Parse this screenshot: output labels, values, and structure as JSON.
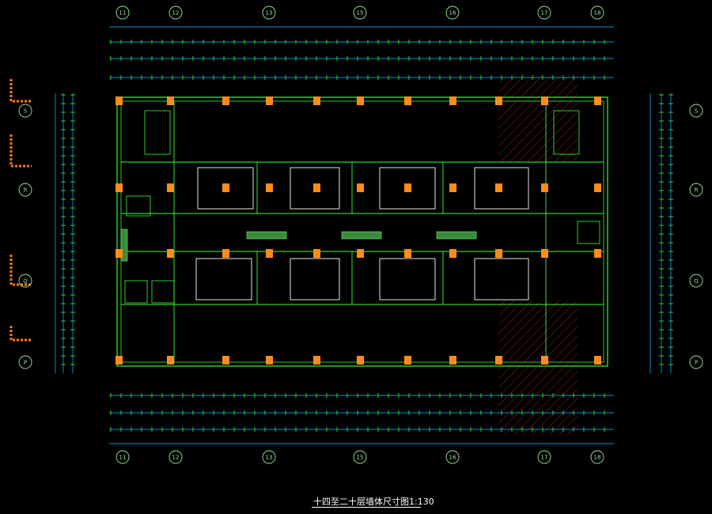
{
  "drawing": {
    "title": "十四至二十层墙体尺寸图",
    "scale": "1:130"
  },
  "grid_axes": {
    "top": [
      "11",
      "12",
      "13",
      "15",
      "16",
      "17",
      "18"
    ],
    "bottom": [
      "11",
      "12",
      "13",
      "15",
      "16",
      "17",
      "18"
    ],
    "left": [
      "S",
      "R",
      "Q",
      "P"
    ],
    "right": [
      "S",
      "R",
      "Q",
      "P"
    ]
  },
  "colors": {
    "background": "#000000",
    "dimension_lines": "#00c8ff",
    "walls": "#33ff33",
    "columns": "#ff8c1a",
    "axis_bubbles": "#9fe89f",
    "hatch": "#ff3300",
    "title_text": "#ffffff"
  }
}
